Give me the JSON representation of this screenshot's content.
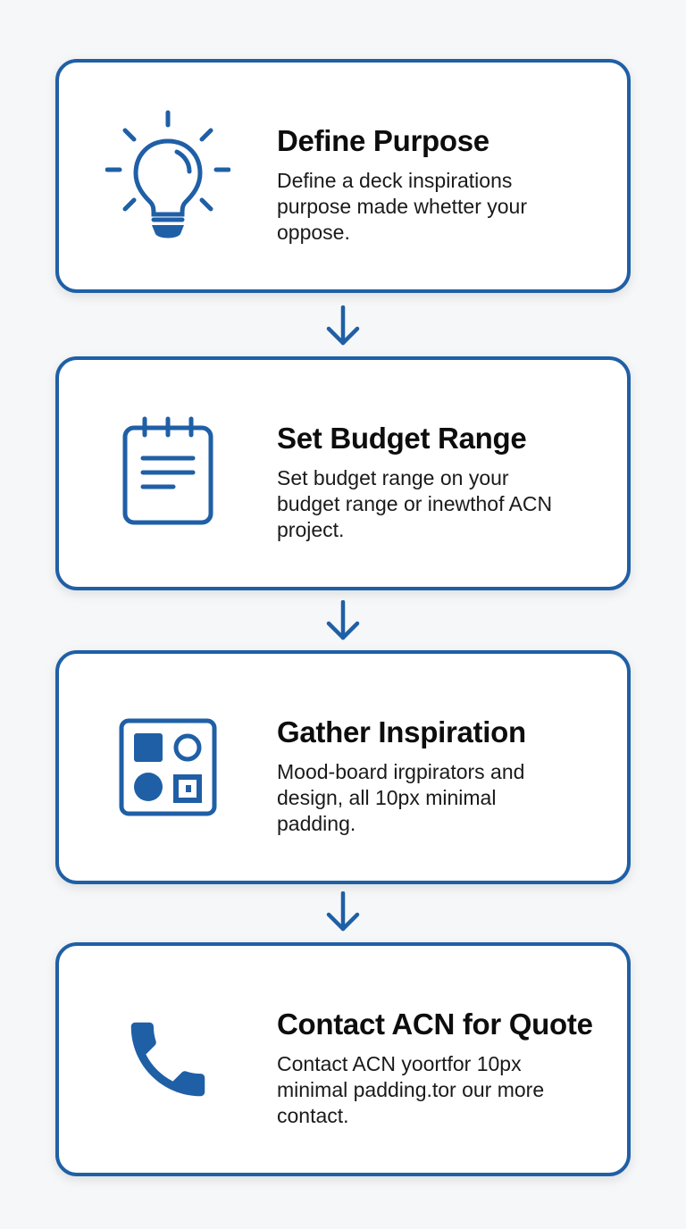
{
  "steps": [
    {
      "icon": "lightbulb-icon",
      "title": "Define Purpose",
      "description": "Define a deck inspirations purpose made whetter your oppose."
    },
    {
      "icon": "notepad-icon",
      "title": "Set Budget Range",
      "description": "Set budget range on your budget range or inewthof ACN project."
    },
    {
      "icon": "moodboard-icon",
      "title": "Gather Inspiration",
      "description": "Mood-board irgpirators and design, all 10px minimal padding."
    },
    {
      "icon": "phone-icon",
      "title": "Contact ACN for Quote",
      "description": "Contact ACN yoortfor 10px minimal padding.tor our more contact."
    }
  ],
  "colors": {
    "accent": "#1f5fa6",
    "background": "#f6f7f8",
    "card": "#ffffff"
  }
}
